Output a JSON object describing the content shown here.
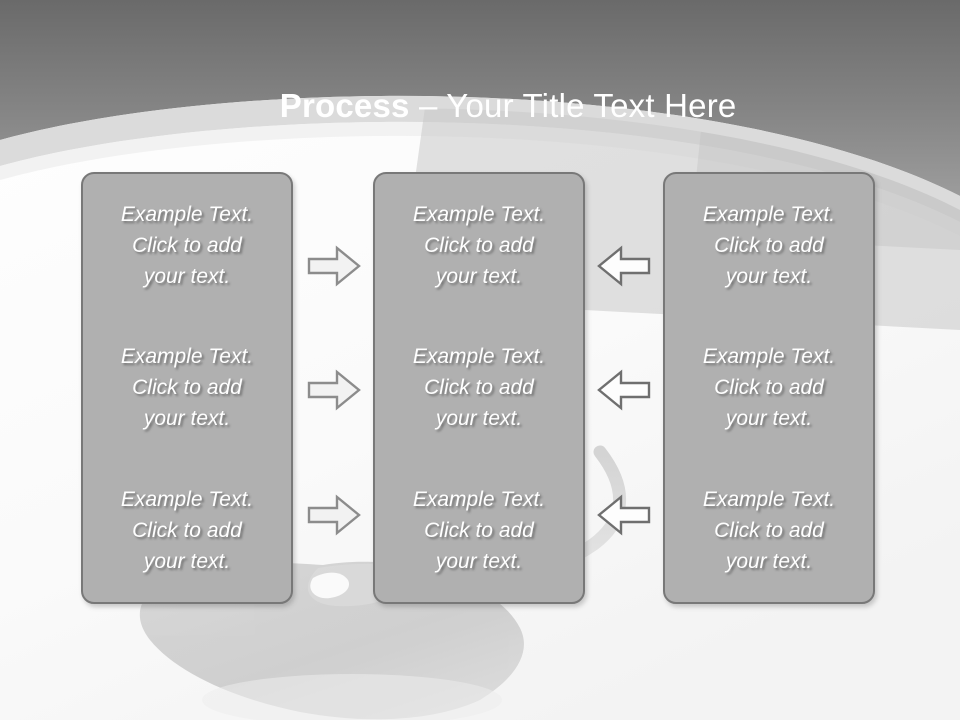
{
  "slide": {
    "title": {
      "strong": "Process",
      "rest": " – Your Title Text Here"
    },
    "placeholder_text": "Example Text.\nClick  to add\nyour text.",
    "columns": [
      {
        "name": "left-column",
        "cells": [
          "Example Text.\nClick  to add\nyour text.",
          "Example Text.\nClick  to add\nyour text.",
          "Example Text.\nClick  to add\nyour text."
        ]
      },
      {
        "name": "middle-column",
        "cells": [
          "Example Text.\nClick  to add\nyour text.",
          "Example Text.\nClick  to add\nyour text.",
          "Example Text.\nClick  to add\nyour text."
        ]
      },
      {
        "name": "right-column",
        "cells": [
          "Example Text.\nClick  to add\nyour text.",
          "Example Text.\nClick  to add\nyour text.",
          "Example Text.\nClick  to add\nyour text."
        ]
      }
    ],
    "arrows": [
      {
        "name": "arrow-right-row-1",
        "direction": "right"
      },
      {
        "name": "arrow-right-row-2",
        "direction": "right"
      },
      {
        "name": "arrow-right-row-3",
        "direction": "right"
      },
      {
        "name": "arrow-left-row-1",
        "direction": "left"
      },
      {
        "name": "arrow-left-row-2",
        "direction": "left"
      },
      {
        "name": "arrow-left-row-3",
        "direction": "left"
      }
    ],
    "colors": {
      "header_gradient_top": "#6c6c6c",
      "header_gradient_bottom": "#9a9a9a",
      "body_background": "#fbfbfb",
      "box_fill": "#b0b0b0",
      "box_border": "#787878",
      "text_color": "#ffffff",
      "arrow_fill_right": "#f2f2f2",
      "arrow_outline_right": "#8c8c8c",
      "arrow_fill_left": "#fdfdfd",
      "arrow_outline_left": "#6f6f6f",
      "accent_band": "#d8d8d8",
      "mouse_gray": "#cfcfcf"
    }
  }
}
